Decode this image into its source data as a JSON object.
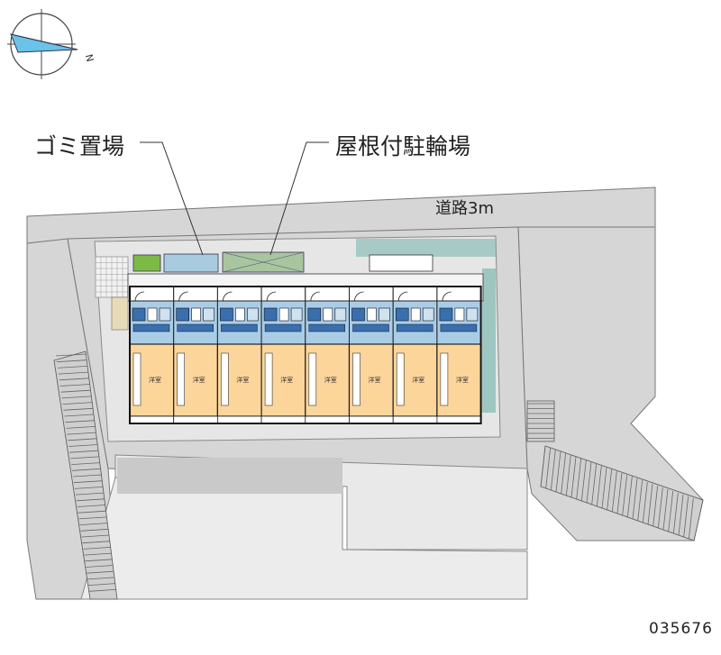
{
  "labels": {
    "garbage": "ゴミ置場",
    "bike_parking": "屋根付駐輪場",
    "road": "道路3m",
    "property_code": "035676"
  },
  "compass": {
    "north_glyph": "N",
    "icon": "compass-icon"
  },
  "units": {
    "count": 8,
    "room_label": "洋室"
  },
  "colors": {
    "ground": "#d6d6d6",
    "road": "#d9d9d9",
    "building_band": "#e4e4e4",
    "room_orange": "#fcd59a",
    "room_blue": "#a9cde6",
    "wet_blue": "#3a6fae",
    "teal": "#7fb8b0",
    "grass": "#7cba46",
    "line": "#222222"
  }
}
